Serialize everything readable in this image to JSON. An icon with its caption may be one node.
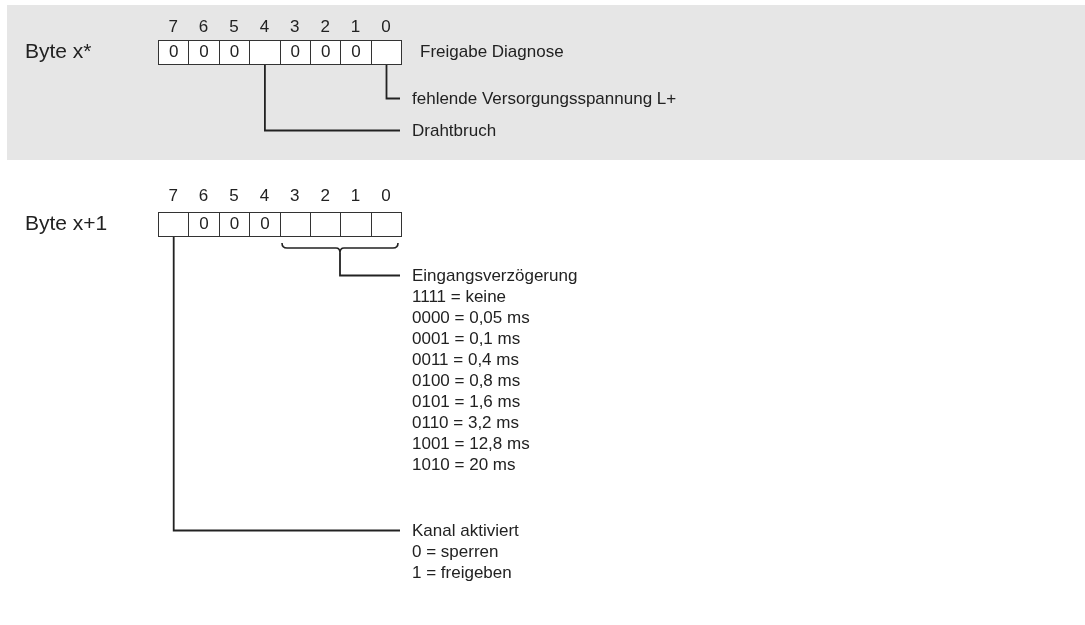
{
  "diagram": {
    "nodes": [
      {
        "text": [
          "0"
        ]
      },
      {
        "text": [
          "0"
        ]
      },
      {
        "text": [
          "0"
        ]
      },
      {
        "text": [],
        "shape": "box"
      },
      {
        "text": [
          "0"
        ]
      },
      {
        "text": [
          "0"
        ]
      },
      {
        "text": [
          "0"
        ]
      },
      {
        "text": [],
        "shape": "box"
      },
      {
        "text": [
          "fehlende Versorgungsspannung L+"
        ]
      },
      {
        "text": [
          "Drahtbruch"
        ]
      },
      {
        "text": [],
        "shape": "box"
      },
      {
        "text": [
          "0"
        ]
      },
      {
        "text": [
          "0"
        ]
      },
      {
        "text": [
          "0"
        ]
      },
      {
        "text": [],
        "shape": "box"
      },
      {
        "text": [],
        "shape": "box"
      },
      {
        "text": [],
        "shape": "box"
      },
      {
        "text": [],
        "shape": "box"
      },
      {
        "text": [
          "Eingangsverzögerung",
          "1111 = keine",
          "0000 = 0,05 ms",
          "0001 = 0,1 ms",
          "0011 = 0,4 ms",
          "0100 = 0,8 ms",
          "0101 = 1,6 ms",
          "0110 = 3,2 ms",
          "1001 = 12,8 ms",
          "1010 = 20 ms"
        ]
      },
      {
        "text": [
          "Kanal aktiviert",
          "0 = sperren",
          "1 = freigeben"
        ]
      }
    ],
    "edges": [
      {
        "from": 8,
        "to": 7,
        "arrow": "none"
      },
      {
        "from": 9,
        "to": 3,
        "arrow": "none"
      },
      {
        "from": 18,
        "to": null,
        "arrow": "none"
      },
      {
        "from": 19,
        "to": 10,
        "arrow": "none"
      }
    ],
    "labels": [
      "7",
      "6",
      "5",
      "4",
      "3",
      "2",
      "1",
      "0",
      "Byte x*",
      "Freigabe Diagnose",
      "7",
      "6",
      "5",
      "4",
      "3",
      "2",
      "1",
      "0",
      "Byte x+1"
    ]
  }
}
